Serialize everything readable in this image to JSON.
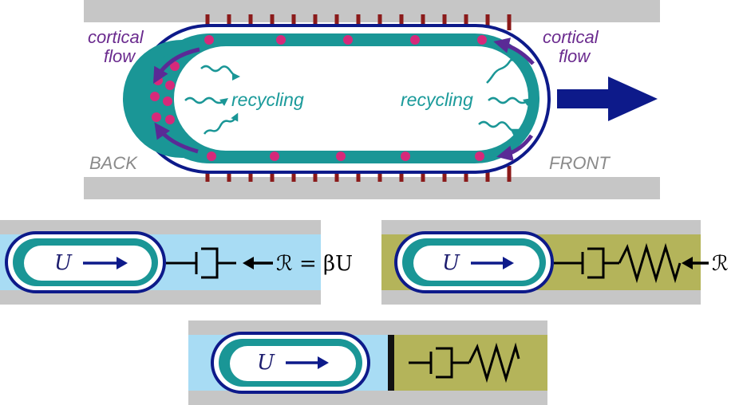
{
  "top": {
    "back_label": "BACK",
    "front_label": "FRONT",
    "cortical_flow_left": [
      "cortical",
      "flow"
    ],
    "cortical_flow_right": [
      "cortical",
      "flow"
    ],
    "recycling_left": "recycling",
    "recycling_right": "recycling"
  },
  "panel_left": {
    "velocity": "U",
    "force": "ℛ = βU"
  },
  "panel_right": {
    "velocity": "U",
    "force": "ℛ"
  },
  "panel_bottom": {
    "velocity": "U"
  },
  "colors": {
    "wall": "#c6c6c6",
    "membrane": "#0d1a8a",
    "cortex": "#1a9696",
    "particle": "#d6297a",
    "flow_arrow": "#5a2a96",
    "adhesion": "#8b1a1a",
    "fluid": "#a8dcf4",
    "matrix": "#b4b45a"
  }
}
